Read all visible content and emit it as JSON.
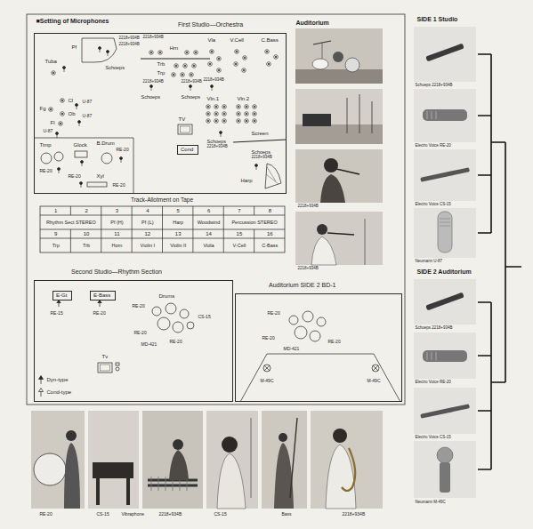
{
  "diagram": {
    "title": "■Setting of Microphones",
    "nodes": [
      {
        "text": [
          "First Studio—Orchestra"
        ]
      },
      {
        "text": [
          "Cond"
        ],
        "in": 0
      },
      {
        "text": [
          "Second Studio—Rhythm Section"
        ]
      },
      {
        "text": [
          "E-Gt"
        ],
        "in": 2
      },
      {
        "text": [
          "E-Bass"
        ],
        "in": 2
      },
      {
        "text": [
          "Auditorium SIDE 2 BD-1"
        ]
      }
    ],
    "labels": [
      "Auditorium",
      "Tuba",
      "Pf",
      "2218+934B",
      "2218+934B",
      "Schoeps",
      "2218+934B",
      "Hrn",
      "Trb",
      "Trp",
      "2218+934B",
      "2218+934B",
      "Schoeps",
      "Schoeps",
      "Vla",
      "V.Cell",
      "C.Bass",
      "2218+934B",
      "Vln.1",
      "Vln.2",
      "Fg",
      "Cl",
      "Ob",
      "Fl",
      "U-87",
      "U-87",
      "U-87",
      "TV",
      "Schoeps",
      "2218+934B",
      "Screen",
      "Schoeps",
      "2218+934B",
      "Harp",
      "Timp",
      "RE-20",
      "Glock",
      "B.Drum",
      "RE-20",
      "Xyl",
      "RE-20",
      "RE-20",
      "Track-Allotment on Tape",
      "1",
      "2",
      "3",
      "4",
      "5",
      "6",
      "7",
      "8",
      "Rhythm Sect STEREO",
      "Pf (H)",
      "Pf (L)",
      "Harp",
      "Woodwind",
      "Percussion STEREO",
      "9",
      "10",
      "11",
      "12",
      "13",
      "14",
      "15",
      "16",
      "Trp",
      "Trb",
      "Horn",
      "Violin I",
      "Violin II",
      "Viola",
      "V-Cell",
      "C-Bass",
      "RE-15",
      "RE-20",
      "Drums",
      "RE-20",
      "RE-20",
      "MD-421",
      "RE-20",
      "CS-15",
      "Tv",
      "RE-20",
      "RE-20",
      "MD-421",
      "RE-20",
      "M-49C",
      "M-49C",
      "SIDE 1 Studio",
      "Schoeps 2218+934B",
      "Electro Voice RE-20",
      "Electro Voice CS-15",
      "Neumann U-87",
      "SIDE 2 Auditorium",
      "Schoeps 2218+934B",
      "Electro Voice RE-20",
      "Electro Voice CS-15",
      "Neumann M-49C",
      "2218+934B",
      "2218+934B",
      "RE-20",
      "CS-15",
      "Vibraphone",
      "2218+934B",
      "CS-15",
      "Bass",
      "2218+934B"
    ],
    "legend": [
      {
        "text": "Dyn-type"
      },
      {
        "text": "Cond-type"
      }
    ]
  }
}
